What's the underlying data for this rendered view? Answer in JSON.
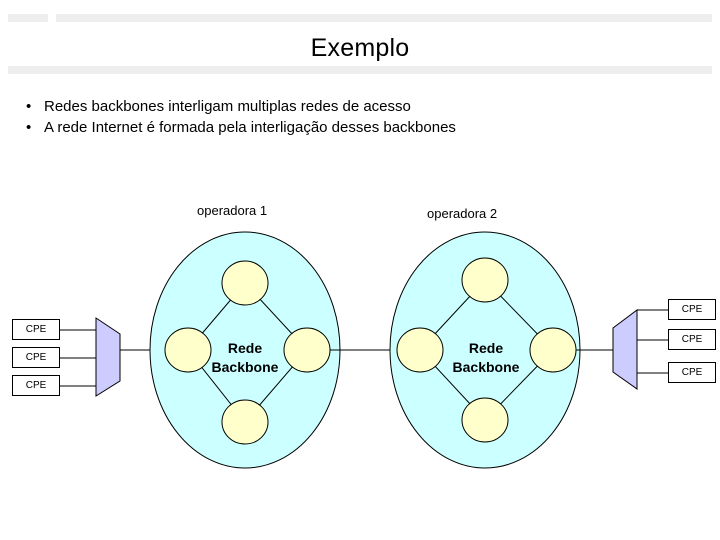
{
  "slide": {
    "title": "Exemplo",
    "bullets": [
      {
        "marker": "•",
        "text": "Redes backbones interligam multiplas redes de acesso"
      },
      {
        "marker": "•",
        "text": "A rede Internet é formada pela interligação desses backbones"
      }
    ]
  },
  "diagram": {
    "operator_labels": [
      "operadora 1",
      "operadora 2"
    ],
    "backbone_labels": [
      "Rede\nBackbone",
      "Rede Backbone"
    ],
    "backbone_label_line1": "Rede",
    "backbone_label_line2": "Backbone",
    "cpe_left": [
      "CPE",
      "CPE",
      "CPE"
    ],
    "cpe_right": [
      "CPE",
      "CPE",
      "CPE"
    ],
    "colors": {
      "cloud_fill": "#ccffff",
      "cloud_stroke": "#000000",
      "node_fill": "#ffffcc",
      "node_stroke": "#000000",
      "trapezoid_fill": "#ccccff",
      "trapezoid_stroke": "#000000",
      "box_fill": "#ffffff",
      "line": "#000000",
      "header_bar": "#eeeeee"
    }
  }
}
